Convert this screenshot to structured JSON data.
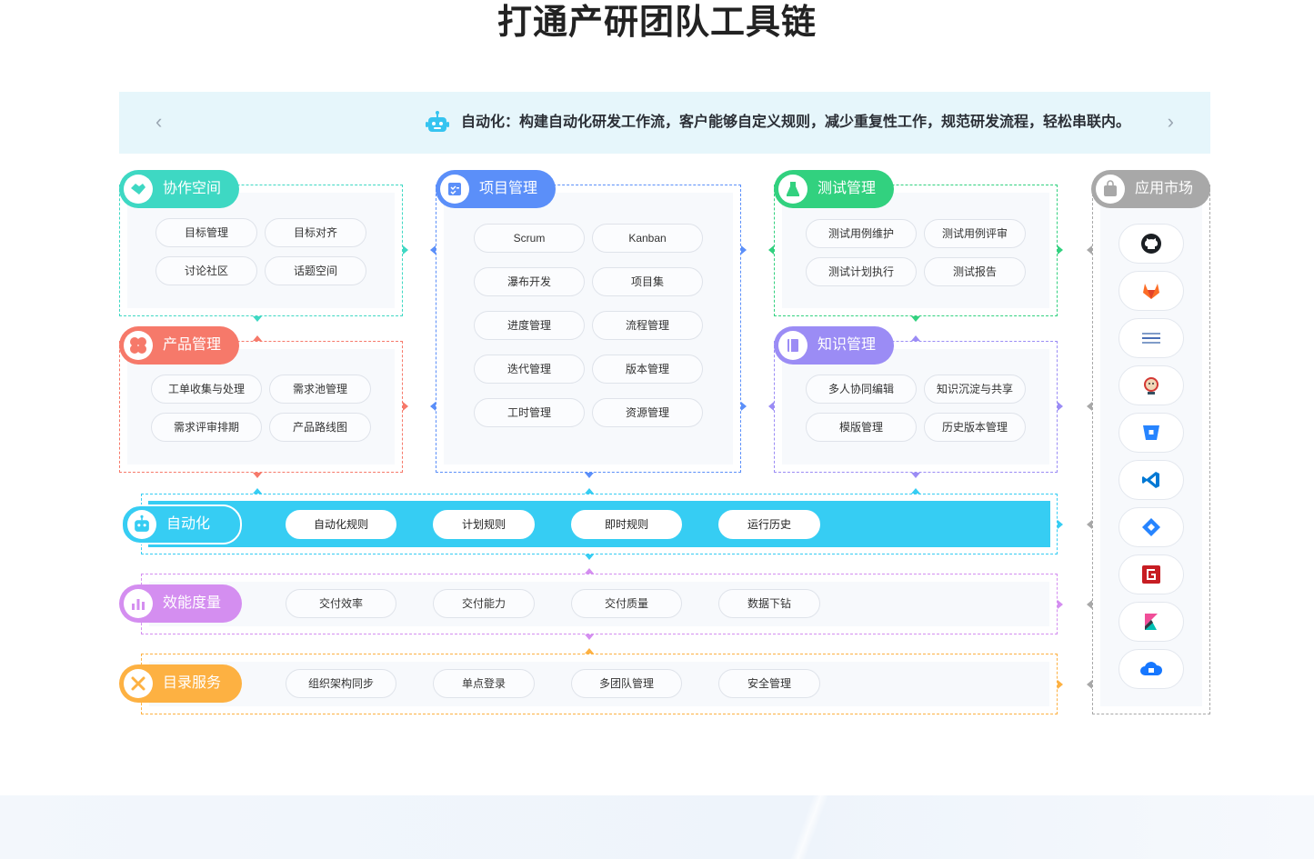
{
  "page_title": "打通产研团队工具链",
  "banner": {
    "text": "自动化：构建自动化研发工作流，客户能够自定义规则，减少重复性工作，规范研发流程，轻松串联内。",
    "prev": "‹",
    "next": "›"
  },
  "modules": {
    "collab": {
      "title": "协作空间",
      "color": "#3ed8c3",
      "items": [
        "目标管理",
        "目标对齐",
        "讨论社区",
        "话题空间"
      ]
    },
    "product": {
      "title": "产品管理",
      "color": "#f6796a",
      "items": [
        "工单收集与处理",
        "需求池管理",
        "需求评审排期",
        "产品路线图"
      ]
    },
    "project": {
      "title": "项目管理",
      "color": "#5b8ff9",
      "items": [
        "Scrum",
        "Kanban",
        "瀑布开发",
        "项目集",
        "进度管理",
        "流程管理",
        "迭代管理",
        "版本管理",
        "工时管理",
        "资源管理"
      ]
    },
    "test": {
      "title": "测试管理",
      "color": "#32d17f",
      "items": [
        "测试用例维护",
        "测试用例评审",
        "测试计划执行",
        "测试报告"
      ]
    },
    "knowledge": {
      "title": "知识管理",
      "color": "#9b8cf5",
      "items": [
        "多人协同编辑",
        "知识沉淀与共享",
        "模版管理",
        "历史版本管理"
      ]
    },
    "automation": {
      "title": "自动化",
      "color": "#36cdf3",
      "items": [
        "自动化规则",
        "计划规则",
        "即时规则",
        "运行历史"
      ]
    },
    "metrics": {
      "title": "效能度量",
      "color": "#d48ef0",
      "items": [
        "交付效率",
        "交付能力",
        "交付质量",
        "数据下钻"
      ]
    },
    "directory": {
      "title": "目录服务",
      "color": "#fdb142",
      "items": [
        "组织架构同步",
        "单点登录",
        "多团队管理",
        "安全管理"
      ]
    },
    "market": {
      "title": "应用市场",
      "color": "#a8a8a8"
    }
  },
  "apps": [
    "github-icon",
    "gitlab-icon",
    "svn-icon",
    "jenkins-icon",
    "bitbucket-icon",
    "vscode-icon",
    "jira-icon",
    "gitee-icon",
    "kibana-icon",
    "cloud-icon"
  ]
}
